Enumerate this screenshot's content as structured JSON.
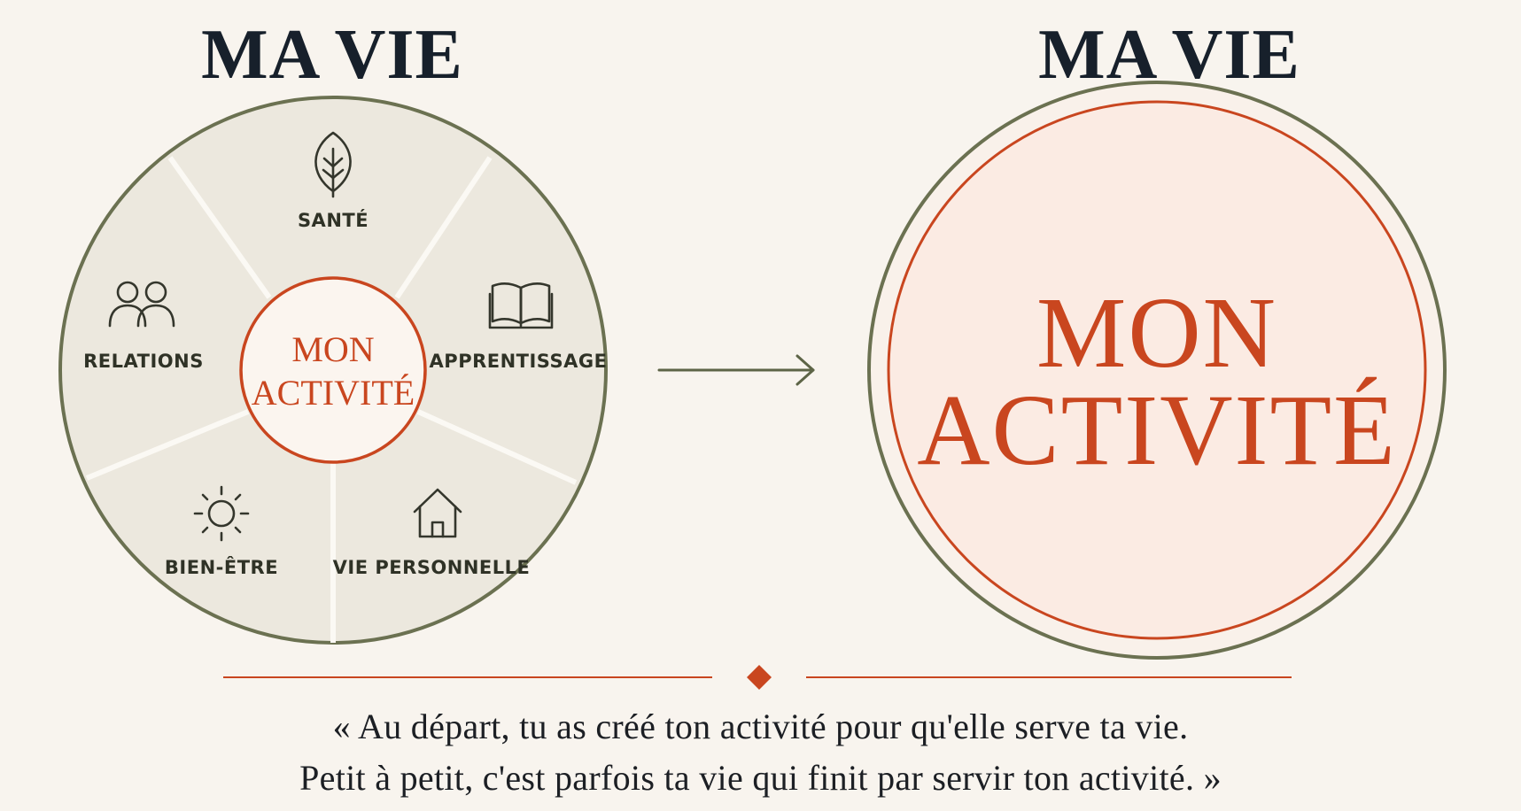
{
  "left_panel": {
    "title": "MA VIE",
    "center_label_line1": "MON",
    "center_label_line2": "ACTIVITÉ",
    "segments": [
      {
        "label": "SANTÉ",
        "icon": "leaf-icon"
      },
      {
        "label": "APPRENTISSAGE",
        "icon": "book-icon"
      },
      {
        "label": "VIE PERSONNELLE",
        "icon": "house-icon"
      },
      {
        "label": "BIEN-ÊTRE",
        "icon": "sun-icon"
      },
      {
        "label": "RELATIONS",
        "icon": "people-icon"
      }
    ]
  },
  "arrow": {
    "icon": "arrow-right-icon"
  },
  "right_panel": {
    "title": "MA VIE",
    "center_label_line1": "MON",
    "center_label_line2": "ACTIVITÉ"
  },
  "divider": {
    "icon": "diamond-icon"
  },
  "quote": {
    "line1": "«  Au départ, tu as créé ton  activité pour qu'elle serve ta vie.",
    "line2": "Petit à petit, c'est parfois ta vie qui finit par servir ton activité. »"
  },
  "colors": {
    "background": "#f8f4ee",
    "olive_outline": "#6b7151",
    "wheel_fill": "#ece8de",
    "accent_orange": "#c9461f",
    "right_inner_fill": "#fbebe3",
    "title_color": "#17202b"
  }
}
